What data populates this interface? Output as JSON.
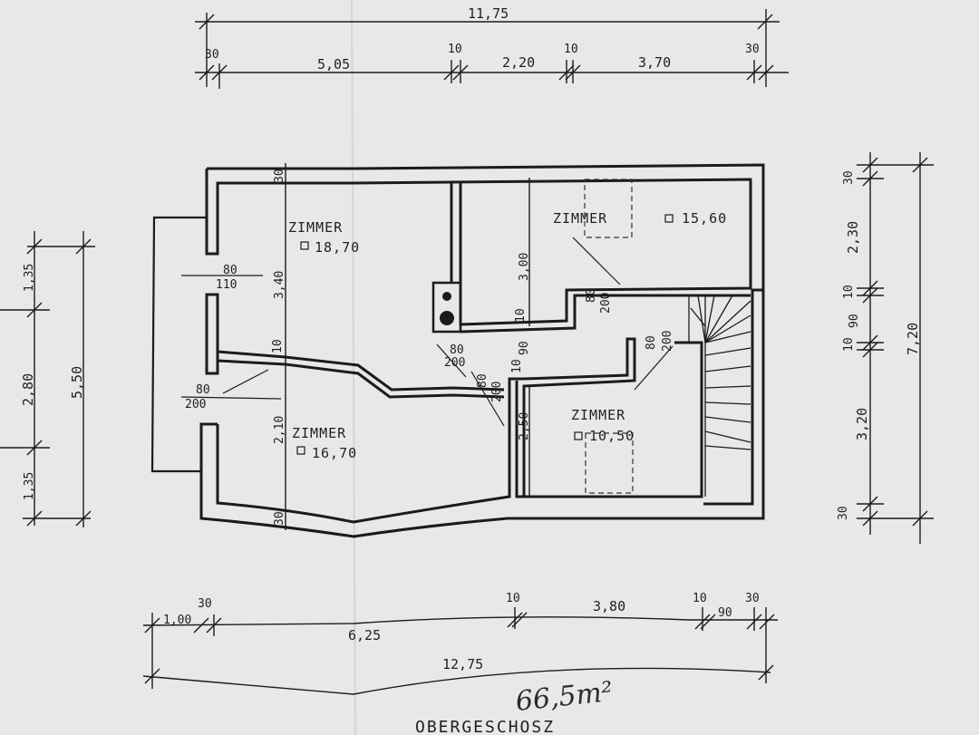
{
  "plan": {
    "title": "OBERGESCHOSZ",
    "area_note": "66,5m²",
    "rooms": [
      {
        "label": "ZIMMER",
        "area": "18,70"
      },
      {
        "label": "ZIMMER",
        "area": "15,60"
      },
      {
        "label": "ZIMMER",
        "area": "16,70"
      },
      {
        "label": "ZIMMER",
        "area": "10,50"
      }
    ],
    "dims_top": [
      "11,75",
      "30",
      "5,05",
      "10",
      "2,20",
      "10",
      "3,70",
      "30"
    ],
    "dims_bottom": [
      "30",
      "1,00",
      "6,25",
      "10",
      "3,80",
      "10",
      "90",
      "30",
      "12,75"
    ],
    "dims_right": [
      "30",
      "2,30",
      "10",
      "90",
      "10",
      "3,20",
      "30",
      "7,20"
    ],
    "dims_left": [
      "1,35",
      "2,80",
      "5,50",
      "1,35"
    ],
    "openings": [
      "80",
      "110",
      "80",
      "200",
      "80",
      "200",
      "80",
      "200",
      "80",
      "200",
      "80",
      "200"
    ],
    "interior_dims": [
      "3,40",
      "10",
      "2,10",
      "30",
      "30",
      "3,00",
      "10",
      "10",
      "90",
      "2,50"
    ]
  }
}
